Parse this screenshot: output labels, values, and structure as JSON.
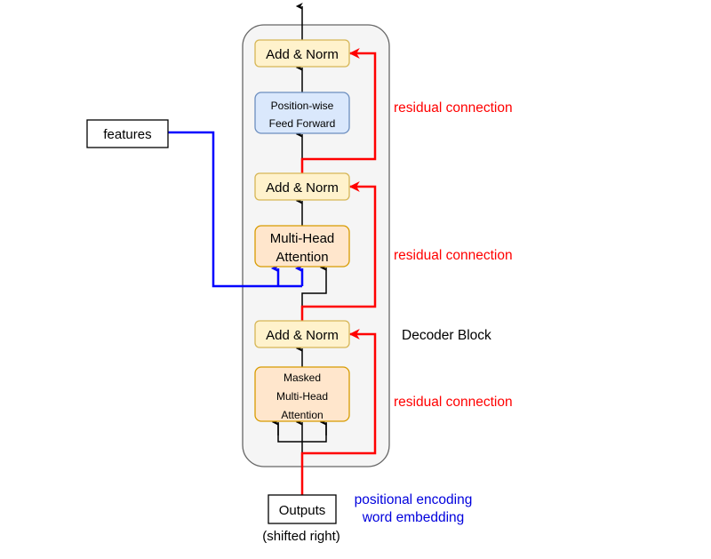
{
  "diagram": {
    "title": "Decoder Block",
    "container_label": "Decoder Block",
    "blocks": {
      "add_norm_top": "Add & Norm",
      "feed_forward": [
        "Position-wise",
        "Feed Forward"
      ],
      "add_norm_mid": "Add & Norm",
      "multi_head_attention": [
        "Multi-Head",
        "Attention"
      ],
      "add_norm_bottom": "Add & Norm",
      "masked_mha": [
        "Masked",
        "Multi-Head",
        "Attention"
      ]
    },
    "inputs": {
      "features": "features",
      "outputs": "Outputs",
      "outputs_note": "(shifted right)"
    },
    "annotations": {
      "residual_1": "residual connection",
      "residual_2": "residual connection",
      "residual_3": "residual connection",
      "encoding_line1": "positional encoding",
      "encoding_line2": "word embedding"
    },
    "colors": {
      "residual": "#ff0000",
      "features_path": "#0000ff",
      "add_norm_fill": "#fff2cc",
      "add_norm_stroke": "#d6b656",
      "ff_fill": "#dae8fc",
      "ff_stroke": "#6c8ebf",
      "mha_fill": "#ffe6cc",
      "mha_stroke": "#d79b00",
      "container_fill": "#f5f5f5",
      "container_stroke": "#666666",
      "encoding_text": "#0000dd"
    }
  }
}
